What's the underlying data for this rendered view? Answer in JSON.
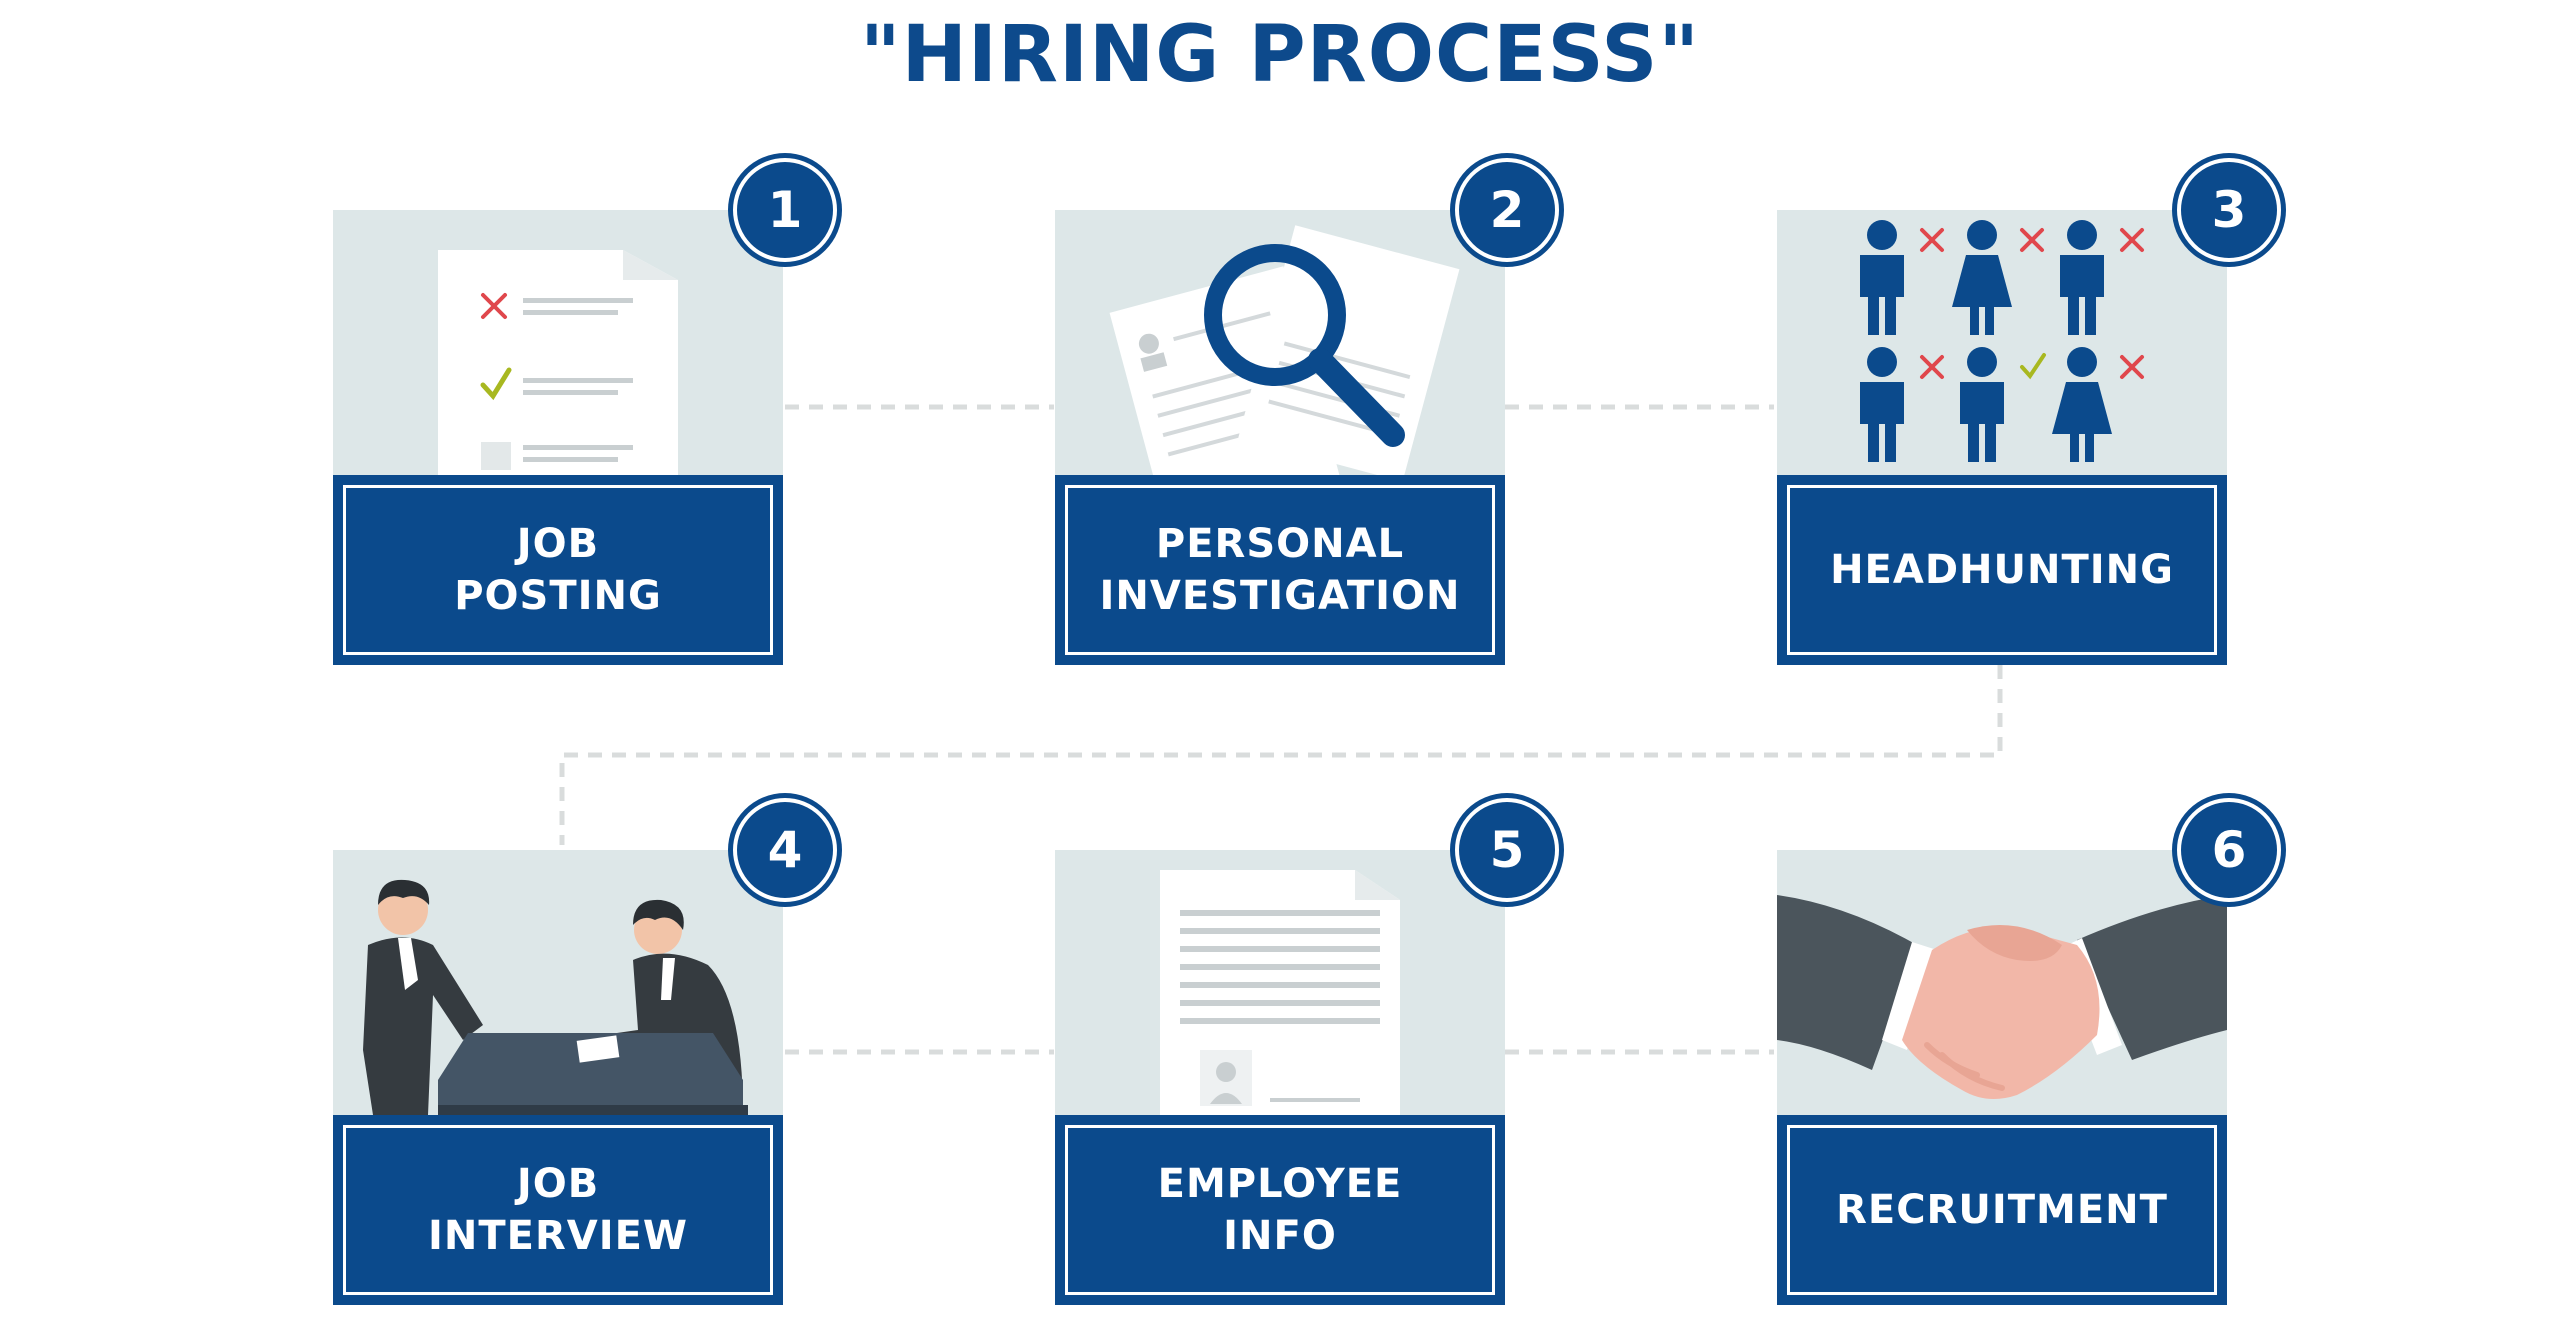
{
  "title": "\"HIRING PROCESS\"",
  "colors": {
    "primary": "#0b4a8c",
    "panel_background": "#dde7e8",
    "connector": "#d9dcdc",
    "reject": "#e0474c",
    "accept": "#a8b820"
  },
  "steps": [
    {
      "number": "1",
      "label": "JOB\nPOSTING",
      "icon": "checklist-icon"
    },
    {
      "number": "2",
      "label": "PERSONAL\nINVESTIGATION",
      "icon": "magnifier-documents-icon"
    },
    {
      "number": "3",
      "label": "HEADHUNTING",
      "icon": "candidates-icon"
    },
    {
      "number": "4",
      "label": "JOB\nINTERVIEW",
      "icon": "interview-icon"
    },
    {
      "number": "5",
      "label": "EMPLOYEE\nINFO",
      "icon": "resume-document-icon"
    },
    {
      "number": "6",
      "label": "RECRUITMENT",
      "icon": "handshake-icon"
    }
  ]
}
